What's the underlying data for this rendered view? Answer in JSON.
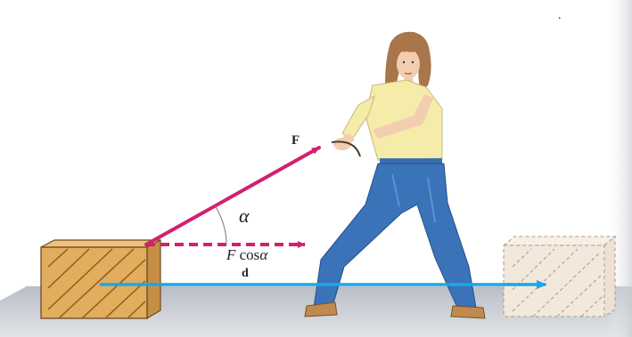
{
  "labels": {
    "force": "F",
    "angle": "α",
    "component_var": "F",
    "component_fn": "cos",
    "component_angle": "α",
    "displacement": "d",
    "corner_mark": "."
  },
  "colors": {
    "force_vector": "#d3206f",
    "displacement_vector": "#1ba6e6",
    "crate_wood": "#e2ad5c",
    "crate_ghost": "#f3e8dc",
    "shirt": "#f5ecaa",
    "jeans": "#3a73b8",
    "floor": "#cfd2d8"
  }
}
